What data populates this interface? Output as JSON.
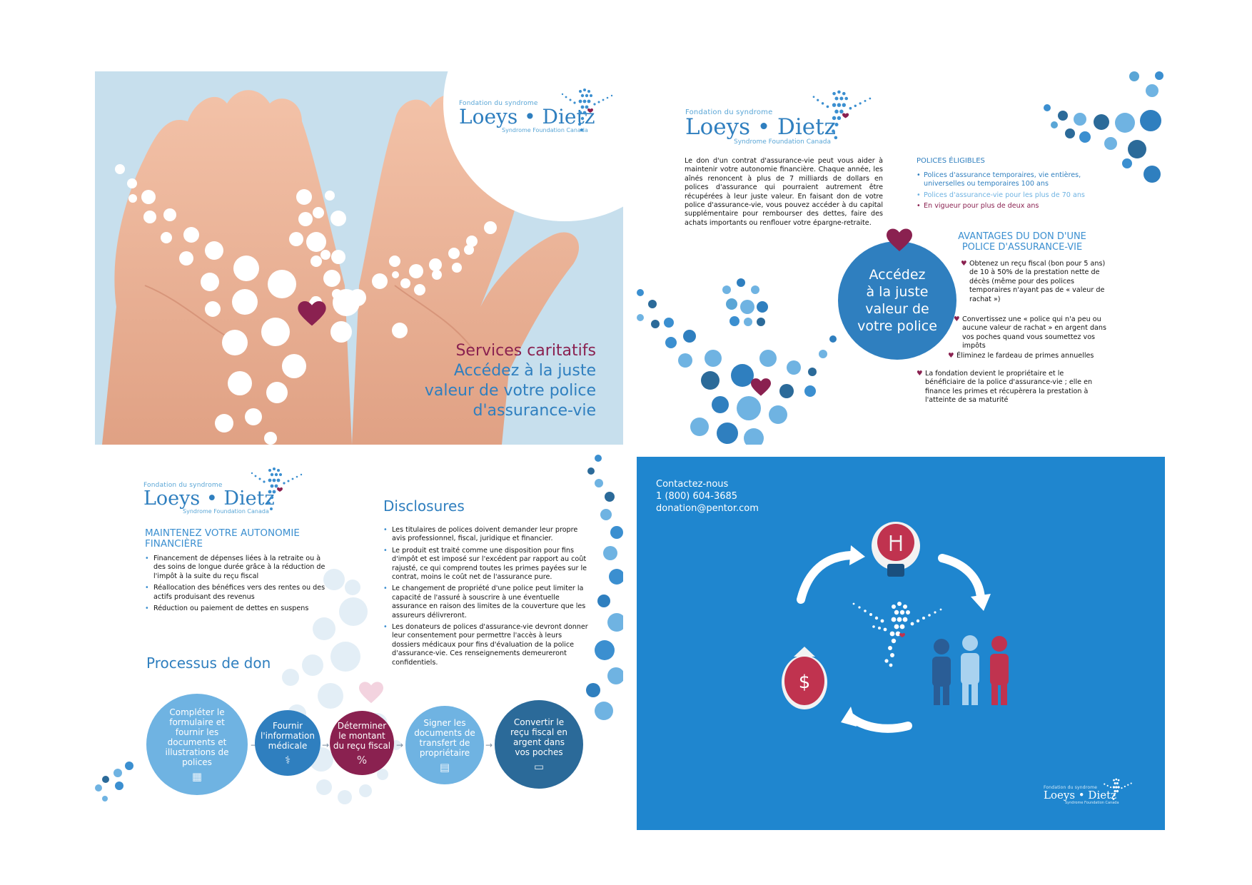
{
  "logo": {
    "prefix": "Fondation du syndrome",
    "name": "Loeys • Dietz",
    "sub": "Syndrome Foundation  Canada"
  },
  "cover": {
    "line1": "Services caritatifs",
    "line2": "Accédez à la juste",
    "line3": "valeur de votre police",
    "line4": "d'assurance-vie"
  },
  "intro": {
    "paragraph": "Le don d'un contrat d'assurance-vie peut vous aider à maintenir votre autonomie financière. Chaque année, les aînés renoncent à plus de 7 milliards de dollars en polices d'assurance qui pourraient autrement être récupérées à leur juste valeur. En faisant don de votre police d'assurance-vie, vous pouvez accéder à du capital supplémentaire pour rembourser des dettes, faire des achats importants ou renflouer votre épargne-retraite."
  },
  "eligible": {
    "title": "POLICES ÉLIGIBLES",
    "items": [
      "Polices d'assurance temporaires, vie entières, universelles ou temporaires 100 ans",
      "Polices d'assurance-vie pour les plus de 70 ans",
      "En vigueur pour plus de deux ans"
    ]
  },
  "circle_text": {
    "l1": "Accédez",
    "l2": "à la juste",
    "l3": "valeur de",
    "l4": "votre police"
  },
  "advantages": {
    "title1": "AVANTAGES DU DON D'UNE",
    "title2": "POLICE D'ASSURANCE-VIE",
    "items": [
      "Obtenez un reçu fiscal (bon pour 5 ans) de 10 à 50% de la prestation nette de décès (même pour des polices temporaires n'ayant pas de « valeur de rachat »)",
      "Convertissez une « police qui n'a peu ou aucune valeur de rachat » en argent dans vos poches quand vous soumettez vos impôts",
      "Éliminez le fardeau de primes annuelles",
      "La fondation devient le propriétaire et le bénéficiaire de la police d'assurance-vie ; elle en finance les primes et récupèrera la prestation à l'atteinte de sa maturité"
    ]
  },
  "autonomy": {
    "title1": "MAINTENEZ VOTRE AUTONOMIE",
    "title2": "FINANCIÈRE",
    "items": [
      "Financement de dépenses liées à la retraite ou à des soins de longue durée grâce à la réduction de l'impôt à la suite du reçu fiscal",
      "Réallocation des bénéfices vers des rentes ou des actifs produisant des revenus",
      "Réduction ou paiement de dettes en suspens"
    ]
  },
  "process": {
    "title": "Processus de don",
    "steps": [
      "Compléter le formulaire et fournir les documents et illustrations de polices",
      "Fournir l'information médicale",
      "Déterminer le montant du reçu fiscal",
      "Signer les documents de transfert de propriétaire",
      "Convertir le reçu fiscal en argent dans vos poches"
    ]
  },
  "disclosures": {
    "title": "Disclosures",
    "items": [
      "Les titulaires de polices doivent demander leur propre avis professionnel, fiscal, juridique et financier.",
      "Le produit est traité comme une disposition pour fins d'impôt et est imposé sur l'excédent par rapport au coût rajusté, ce qui comprend toutes les primes payées sur le contrat, moins le coût net de l'assurance pure.",
      "Le changement de propriété d'une police peut limiter la capacité de l'assuré à souscrire à une éventuelle assurance en raison des limites de la couverture que les assureurs délivreront.",
      "Les donateurs de polices d'assurance-vie devront donner leur consentement pour permettre l'accès à leurs dossiers médicaux pour fins d'évaluation de la police d'assurance-vie. Ces renseignements demeureront confidentiels."
    ]
  },
  "contact": {
    "title": "Contactez-nous",
    "phone": "1 (800) 604-3685",
    "email": "donation@pentor.com"
  },
  "colors": {
    "blue": "#2f7fbf",
    "light_blue": "#6fb3e2",
    "dark_blue": "#2b6a99",
    "burgundy": "#8a2150",
    "pale_bg": "#c9e0ee",
    "contact_bg": "#1f86cf"
  },
  "icons": [
    "lightbulb-icon",
    "money-bag-icon",
    "people-icon",
    "arrow-cycle-icon",
    "heart-icon"
  ]
}
